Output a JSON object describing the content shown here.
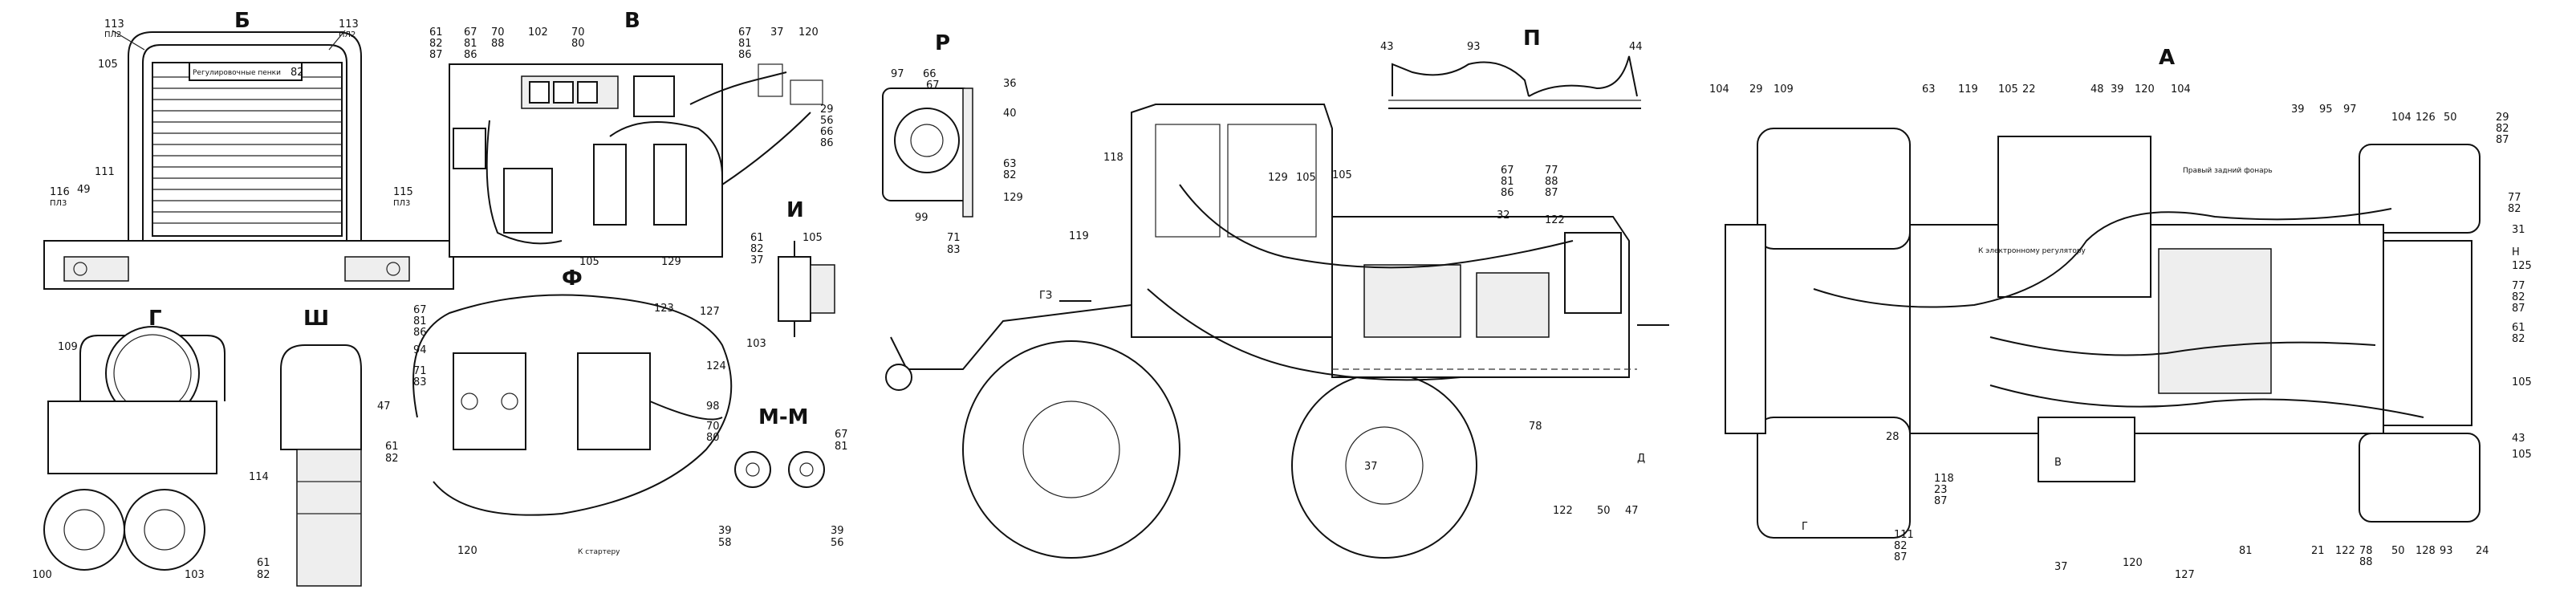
{
  "views": {
    "B": "Б",
    "V": "В",
    "R": "Р",
    "P": "П",
    "A": "А",
    "G": "Г",
    "Sh": "Ш",
    "F": "Ф",
    "I": "И",
    "MM": "М-М"
  },
  "notes": {
    "panel": "Регулировочные пенки",
    "starter": "К стартеру",
    "to_harness": "К электронному регулятору",
    "right_cab": "Правый задний фонарь"
  },
  "labels": {
    "viewB": [
      "113",
      "113",
      "105",
      "82",
      "111",
      "49",
      "116",
      "115"
    ],
    "viewB_sub": [
      "ПЛ2",
      "ПЛ2",
      "ПЛ3",
      "ПЛ3"
    ],
    "viewV": [
      "61",
      "82",
      "87",
      "67",
      "81",
      "86",
      "70",
      "88",
      "102",
      "70",
      "80",
      "67",
      "81",
      "86",
      "37",
      "120",
      "29",
      "56",
      "66",
      "86",
      "105",
      "129"
    ],
    "viewG": [
      "109",
      "114",
      "100",
      "103"
    ],
    "viewSh": [
      "47",
      "61",
      "82",
      "61",
      "82"
    ],
    "viewF": [
      "67",
      "81",
      "86",
      "94",
      "71",
      "83",
      "123",
      "127",
      "124",
      "98",
      "70",
      "80",
      "120"
    ],
    "viewI": [
      "105",
      "61",
      "82",
      "37",
      "103"
    ],
    "viewMM": [
      "39",
      "58",
      "67",
      "81",
      "39",
      "56"
    ],
    "viewR": [
      "97",
      "66",
      "36",
      "67",
      "40",
      "63",
      "82",
      "129",
      "99"
    ],
    "side": [
      "71",
      "83",
      "ГЗ",
      "119",
      "118",
      "105",
      "129",
      "67",
      "81",
      "86",
      "77",
      "88",
      "87",
      "32",
      "122",
      "105",
      "37",
      "78",
      "122",
      "50",
      "47",
      "Д"
    ],
    "viewP": [
      "43",
      "93",
      "44"
    ],
    "viewA_top": [
      "104",
      "29",
      "109",
      "63",
      "119",
      "105",
      "22",
      "48",
      "39",
      "120",
      "104",
      "39",
      "95",
      "97",
      "104",
      "126",
      "50",
      "29",
      "82",
      "87"
    ],
    "viewA_right": [
      "77",
      "82",
      "31",
      "Н",
      "125",
      "77",
      "82",
      "87",
      "61",
      "82",
      "105",
      "43",
      "105"
    ],
    "viewA_bottom": [
      "118",
      "23",
      "87",
      "В",
      "37",
      "120",
      "127",
      "81",
      "21",
      "122",
      "78",
      "88",
      "50",
      "93",
      "24",
      "128"
    ],
    "viewA_left": [
      "28",
      "111",
      "82",
      "87",
      "Г"
    ]
  }
}
